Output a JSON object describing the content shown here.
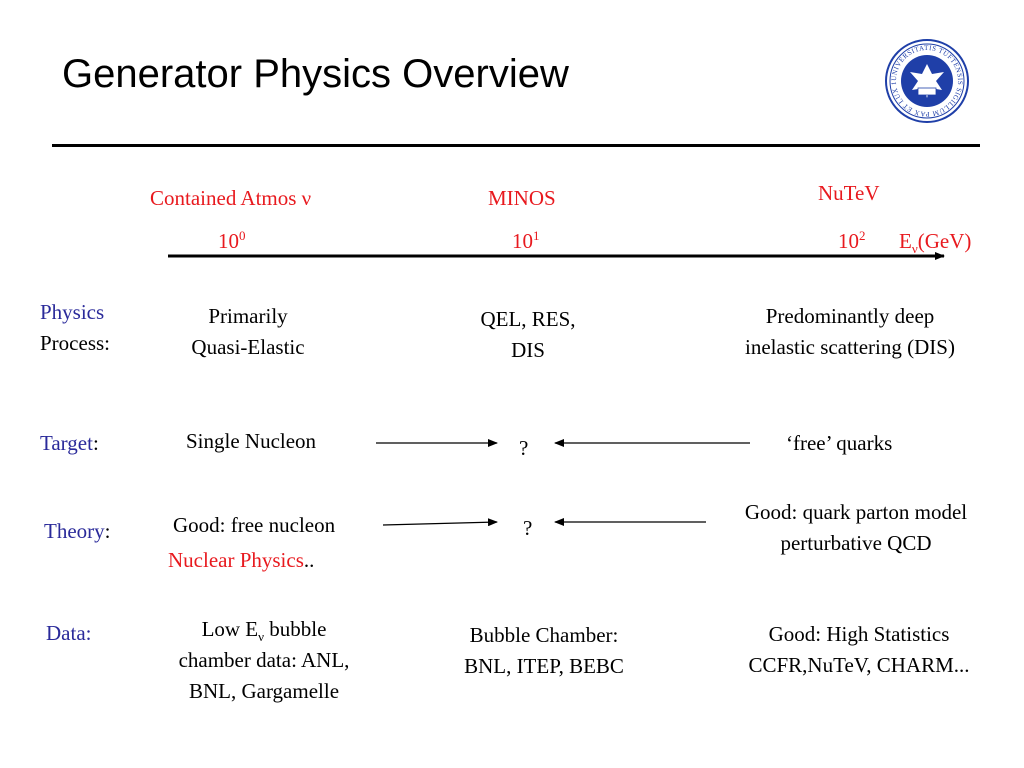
{
  "title": "Generator Physics Overview",
  "energy_axis": {
    "labels": [
      {
        "name": "Contained Atmos",
        "symbol": "ν"
      },
      {
        "name": "MINOS"
      },
      {
        "name": "NuTeV"
      }
    ],
    "ticks": [
      {
        "base": "10",
        "exp": "0"
      },
      {
        "base": "10",
        "exp": "1"
      },
      {
        "base": "10",
        "exp": "2"
      }
    ],
    "unit_prefix": "E",
    "unit_sub": "ν",
    "unit_suffix": "(GeV)"
  },
  "rows": {
    "physics": {
      "label_line1": "Physics",
      "label_line2": "Process:",
      "low": [
        "Primarily",
        "Quasi-Elastic"
      ],
      "mid": [
        "QEL, RES,",
        "DIS"
      ],
      "high": [
        "Predominantly deep",
        "inelastic scattering (DIS)"
      ]
    },
    "target": {
      "label": "Target",
      "label_colon": ":",
      "low": "Single Nucleon",
      "mid": "?",
      "high": "‘free’ quarks"
    },
    "theory": {
      "label": "Theory",
      "label_colon": ":",
      "low": "Good: free nucleon",
      "low_note": "Nuclear Physics",
      "low_note_suffix": "..",
      "mid": "?",
      "high": [
        "Good: quark parton model",
        "perturbative QCD"
      ]
    },
    "data": {
      "label": "Data:",
      "low_line1_prefix": "Low E",
      "low_line1_sub": "ν",
      "low_line1_suffix": " bubble",
      "low_line2": "chamber data: ANL,",
      "low_line3": "BNL, Gargamelle",
      "mid": [
        "Bubble Chamber:",
        "BNL, ITEP, BEBC"
      ],
      "high": [
        "Good:  High Statistics",
        "CCFR,NuTeV, CHARM..."
      ]
    }
  },
  "logo": {
    "icon": "university-seal-icon",
    "text": "UNIVERSITATIS TUFTENSIS SIGILLUM PAX ET LUX 1852"
  },
  "colors": {
    "accent_red": "#e8191e",
    "label_blue": "#2a2a9a",
    "seal_blue": "#1f3fa8"
  }
}
